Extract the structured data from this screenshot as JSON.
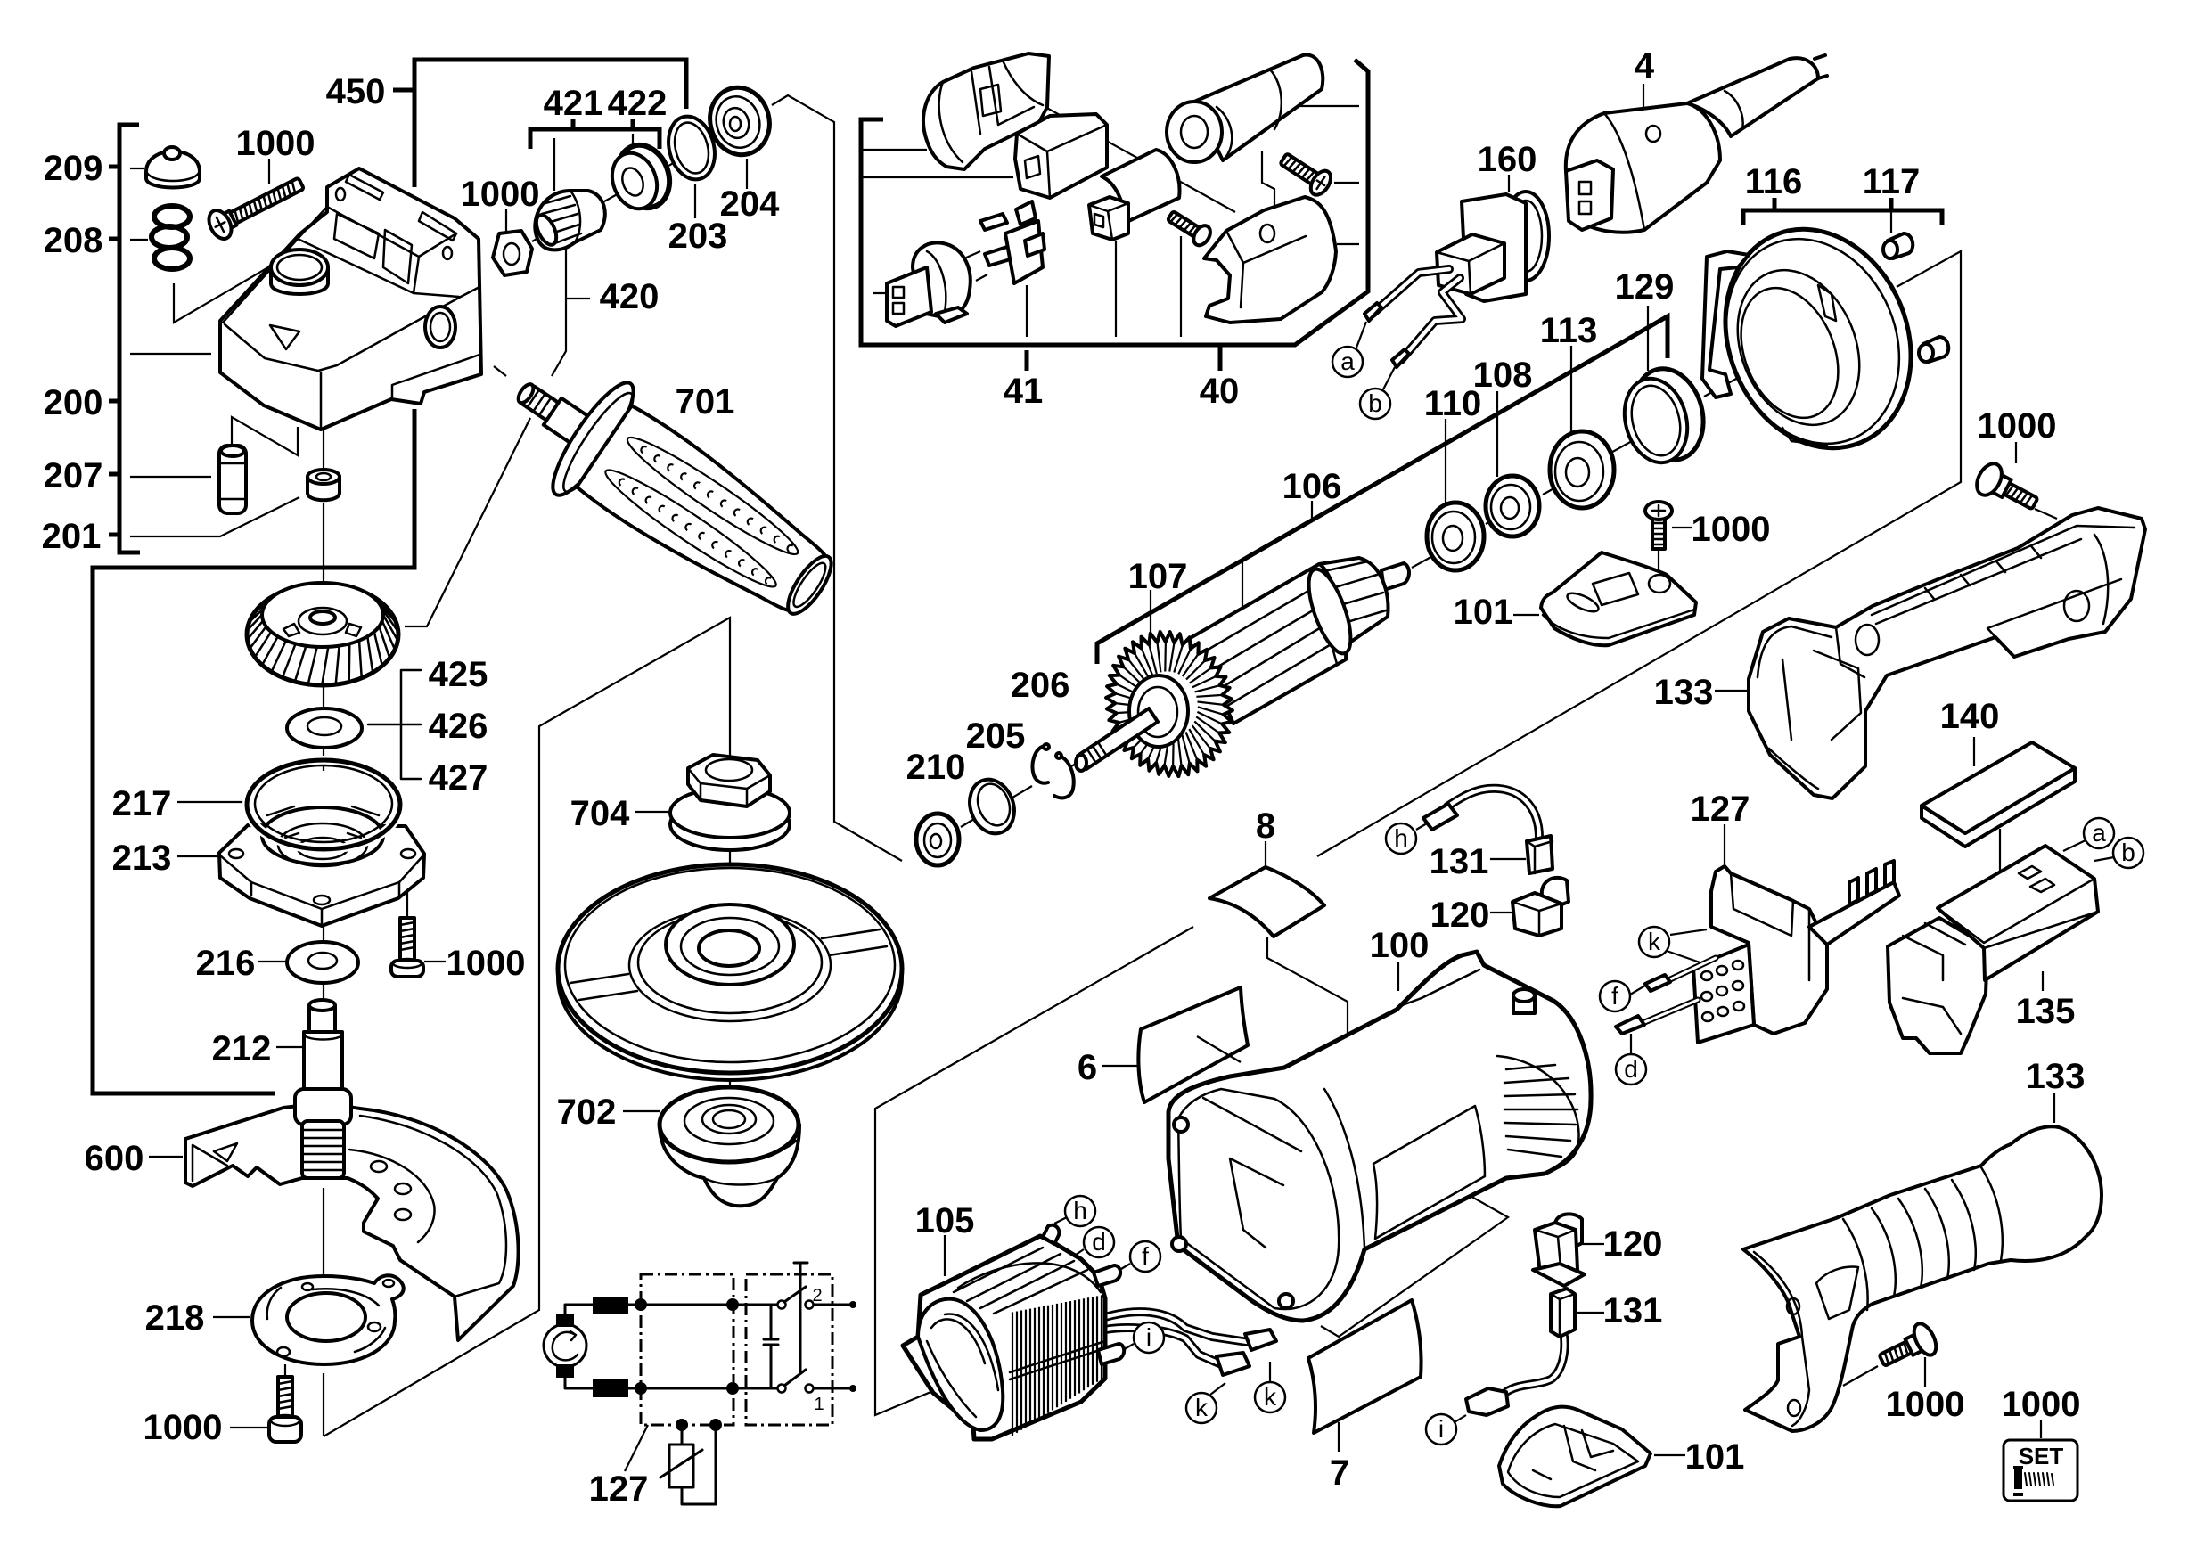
{
  "colors": {
    "ink": "#000000",
    "paper": "#ffffff"
  },
  "callouts": [
    {
      "part": "450"
    },
    {
      "part": "421"
    },
    {
      "part": "422"
    },
    {
      "part": "1000"
    },
    {
      "part": "209"
    },
    {
      "part": "208"
    },
    {
      "part": "1000"
    },
    {
      "part": "203"
    },
    {
      "part": "204"
    },
    {
      "part": "420"
    },
    {
      "part": "200"
    },
    {
      "part": "207"
    },
    {
      "part": "201"
    },
    {
      "part": "701"
    },
    {
      "part": "41"
    },
    {
      "part": "40"
    },
    {
      "part": "4"
    },
    {
      "part": "160"
    },
    {
      "part": "116"
    },
    {
      "part": "117"
    },
    {
      "part": "129"
    },
    {
      "part": "113"
    },
    {
      "part": "108"
    },
    {
      "part": "110"
    },
    {
      "part": "106"
    },
    {
      "part": "107"
    },
    {
      "part": "1000"
    },
    {
      "part": "101"
    },
    {
      "part": "1000"
    },
    {
      "part": "133"
    },
    {
      "part": "206"
    },
    {
      "part": "205"
    },
    {
      "part": "210"
    },
    {
      "part": "425"
    },
    {
      "part": "426"
    },
    {
      "part": "427"
    },
    {
      "part": "217"
    },
    {
      "part": "213"
    },
    {
      "part": "704"
    },
    {
      "part": "216"
    },
    {
      "part": "1000"
    },
    {
      "part": "212"
    },
    {
      "part": "600"
    },
    {
      "part": "218"
    },
    {
      "part": "1000"
    },
    {
      "part": "702"
    },
    {
      "part": "8"
    },
    {
      "part": "131"
    },
    {
      "part": "120"
    },
    {
      "part": "100"
    },
    {
      "part": "127"
    },
    {
      "part": "140"
    },
    {
      "part": "135"
    },
    {
      "part": "6"
    },
    {
      "part": "133"
    },
    {
      "part": "105"
    },
    {
      "part": "120"
    },
    {
      "part": "131"
    },
    {
      "part": "7"
    },
    {
      "part": "127"
    },
    {
      "part": "101"
    },
    {
      "part": "1000"
    },
    {
      "part": "1000"
    }
  ],
  "connection_markers": [
    {
      "letter": "a"
    },
    {
      "letter": "b"
    },
    {
      "letter": "h"
    },
    {
      "letter": "k"
    },
    {
      "letter": "f"
    },
    {
      "letter": "d"
    },
    {
      "letter": "a"
    },
    {
      "letter": "b"
    },
    {
      "letter": "h"
    },
    {
      "letter": "d"
    },
    {
      "letter": "f"
    },
    {
      "letter": "i"
    },
    {
      "letter": "k"
    },
    {
      "letter": "k"
    },
    {
      "letter": "i"
    }
  ],
  "schematic": {
    "switch_contact_labels": [
      "2",
      "1"
    ]
  },
  "set_badge": {
    "label": "SET"
  }
}
